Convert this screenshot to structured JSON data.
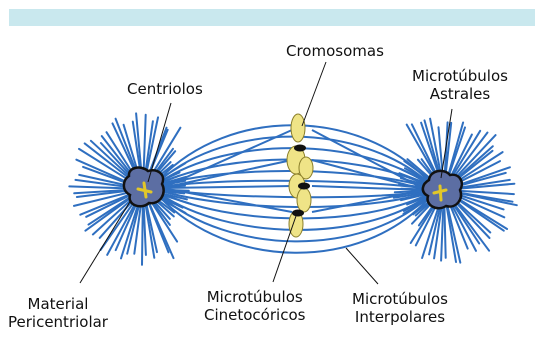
{
  "labels": {
    "chromosomes": "Cromosomas",
    "centrioles": "Centriolos",
    "astral_line1": "Microtúbulos",
    "astral_line2": "Astrales",
    "pcm_line1": "Material",
    "pcm_line2": "Pericentriolar",
    "kinetochore_line1": "Microtúbulos",
    "kinetochore_line2": "Cinetocóricos",
    "interpolar_line1": "Microtúbulos",
    "interpolar_line2": "Interpolares"
  },
  "colors": {
    "band": "#c9e8ee",
    "microtubule": "#2f6fc0",
    "centrosome_fill": "#5c6ea3",
    "centriole": "#e2c728",
    "chromosome": "#efe487",
    "kinetochore": "#111111",
    "text": "#111111"
  }
}
